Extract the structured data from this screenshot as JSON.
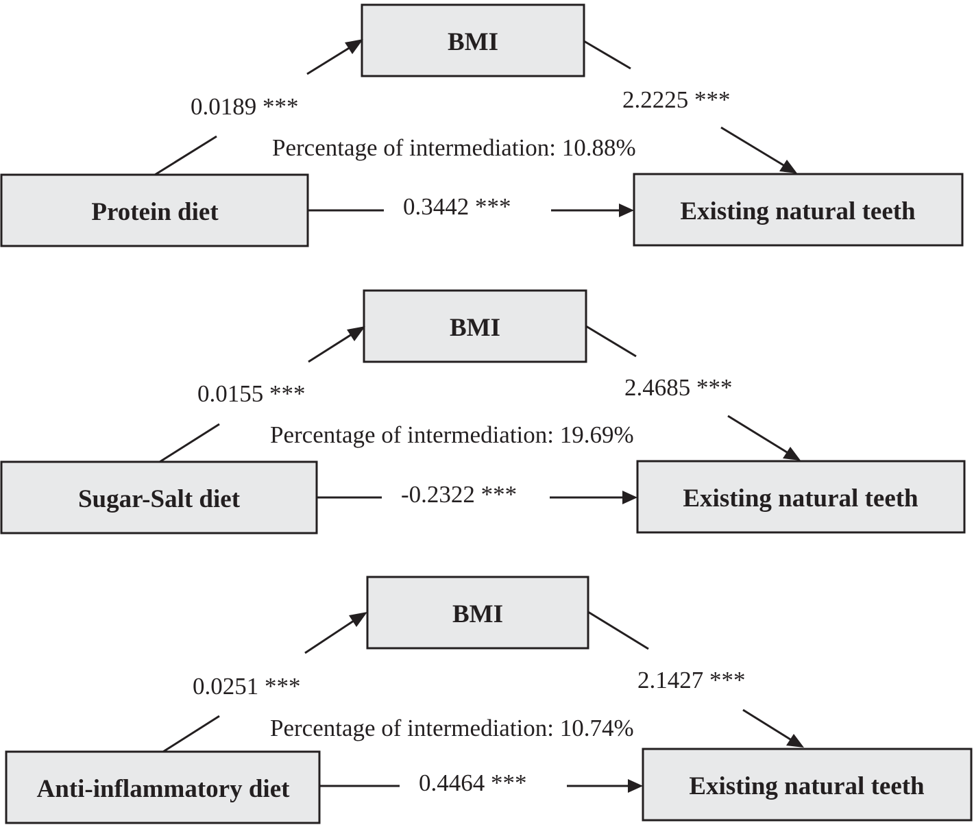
{
  "models": [
    {
      "exposure": "Protein diet",
      "mediator": "BMI",
      "outcome": "Existing natural teeth",
      "path_a": "0.0189 ***",
      "path_b": "2.2225 ***",
      "path_c": "0.3442 ***",
      "mediation": "Percentage of intermediation: 10.88%"
    },
    {
      "exposure": "Sugar-Salt diet",
      "mediator": "BMI",
      "outcome": "Existing natural teeth",
      "path_a": "0.0155 ***",
      "path_b": "2.4685 ***",
      "path_c": "-0.2322 ***",
      "mediation": "Percentage of intermediation: 19.69%"
    },
    {
      "exposure": "Anti-inflammatory diet",
      "mediator": "BMI",
      "outcome": "Existing natural teeth",
      "path_a": "0.0251 ***",
      "path_b": "2.1427 ***",
      "path_c": "0.4464 ***",
      "mediation": "Percentage of intermediation: 10.74%"
    }
  ]
}
